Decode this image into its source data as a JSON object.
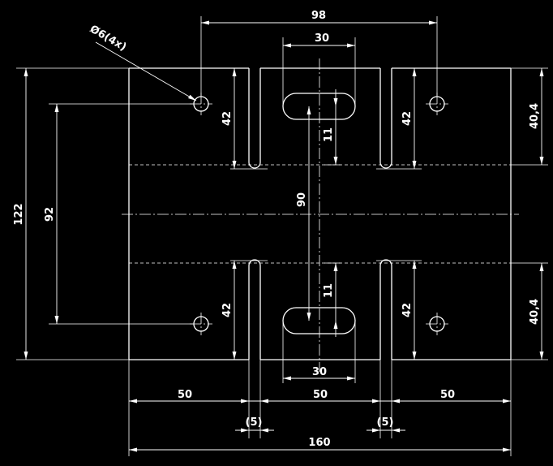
{
  "colors": {
    "background": "#000000",
    "lines": "#ffffff"
  },
  "labels": {
    "hole_note": "Ø6(4x)",
    "dim_98": "98",
    "dim_30_top": "30",
    "dim_30_bottom": "30",
    "dim_42_tl": "42",
    "dim_42_tr": "42",
    "dim_42_bl": "42",
    "dim_42_br": "42",
    "dim_40_4_top": "40,4",
    "dim_40_4_bottom": "40,4",
    "dim_11_top": "11",
    "dim_11_bottom": "11",
    "dim_90": "90",
    "dim_122": "122",
    "dim_92": "92",
    "dim_50_left": "50",
    "dim_50_mid": "50",
    "dim_50_right": "50",
    "dim_5_left": "(5)",
    "dim_5_right": "(5)",
    "dim_160": "160"
  }
}
